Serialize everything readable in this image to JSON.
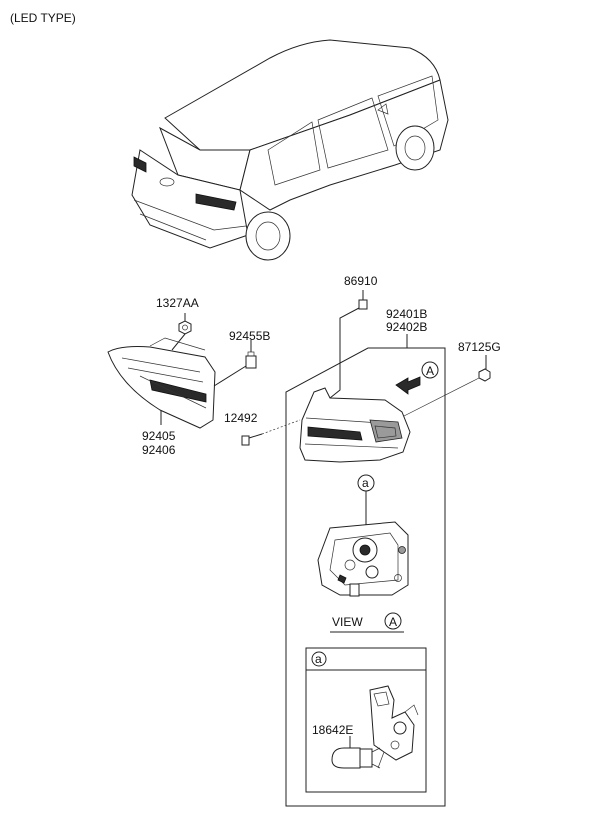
{
  "header": {
    "title": "(LED TYPE)"
  },
  "parts": {
    "p1327aa": "1327AA",
    "p92455b": "92455B",
    "p86910": "86910",
    "p92401b": "92401B",
    "p92402b": "92402B",
    "p87125g": "87125G",
    "p12492": "12492",
    "p92405": "92405",
    "p92406": "92406",
    "p18642e": "18642E"
  },
  "view": {
    "label": "VIEW",
    "marker": "A"
  },
  "callouts": {
    "circle_a": "a",
    "arrow_a": "A"
  }
}
